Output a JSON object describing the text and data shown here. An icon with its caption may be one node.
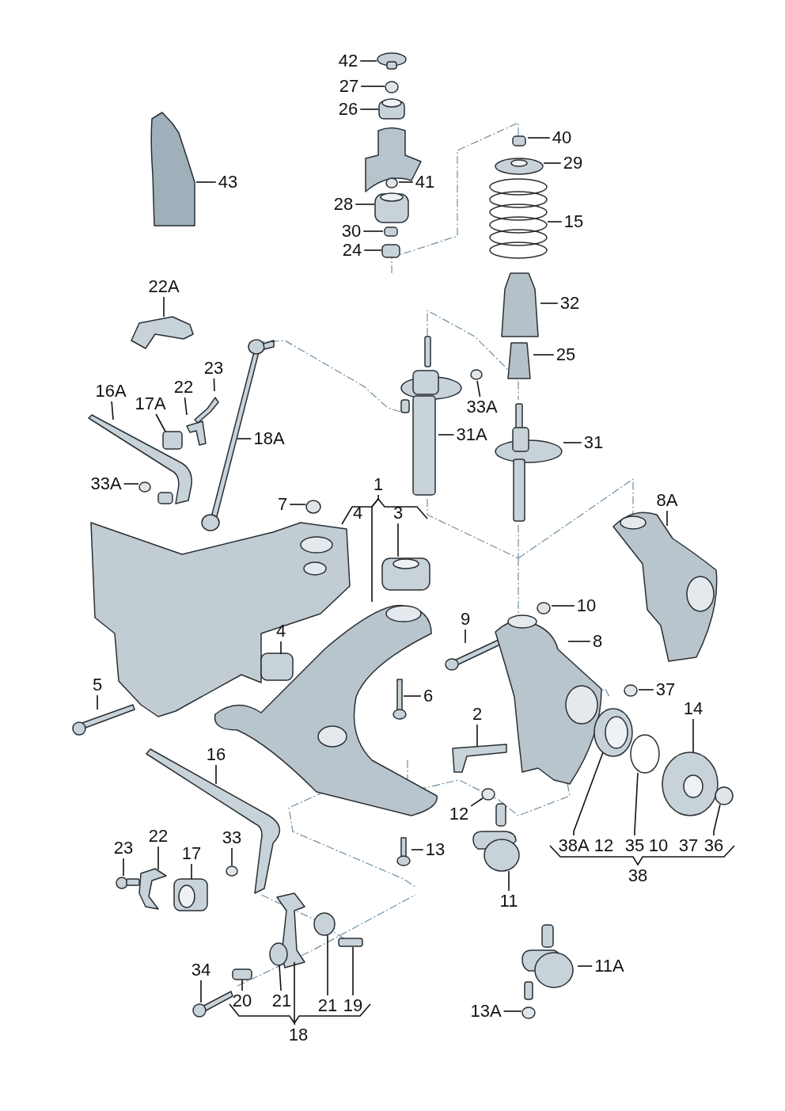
{
  "diagram": {
    "nodes": [
      {
        "text": [
          "42"
        ]
      },
      {
        "text": [
          "27"
        ]
      },
      {
        "text": [
          "26"
        ]
      },
      {
        "text": [
          "41"
        ]
      },
      {
        "text": [
          "28"
        ]
      },
      {
        "text": [
          "30"
        ]
      },
      {
        "text": [
          "24"
        ]
      },
      {
        "text": [
          "40"
        ]
      },
      {
        "text": [
          "29"
        ]
      },
      {
        "text": [
          "43"
        ]
      },
      {
        "text": [
          "15"
        ]
      },
      {
        "text": [
          "32"
        ]
      },
      {
        "text": [
          "22A"
        ]
      },
      {
        "text": [
          "25"
        ]
      },
      {
        "text": [
          "23"
        ]
      },
      {
        "text": [
          "22"
        ]
      },
      {
        "text": [
          "16A"
        ]
      },
      {
        "text": [
          "17A"
        ]
      },
      {
        "text": [
          "33A"
        ]
      },
      {
        "text": [
          "18A"
        ]
      },
      {
        "text": [
          "31A"
        ]
      },
      {
        "text": [
          "31"
        ]
      },
      {
        "text": [
          "33A"
        ]
      },
      {
        "text": [
          "7"
        ]
      },
      {
        "text": [
          "8A"
        ]
      },
      {
        "text": [
          "1"
        ]
      },
      {
        "text": [
          "3"
        ]
      },
      {
        "text": [
          "4"
        ]
      },
      {
        "text": [
          "9"
        ]
      },
      {
        "text": [
          "10"
        ]
      },
      {
        "text": [
          "8"
        ]
      },
      {
        "text": [
          "5"
        ]
      },
      {
        "text": [
          "6"
        ]
      },
      {
        "text": [
          "37"
        ]
      },
      {
        "text": [
          "14"
        ]
      },
      {
        "text": [
          "2"
        ]
      },
      {
        "text": [
          "16"
        ]
      },
      {
        "text": [
          "12"
        ]
      },
      {
        "text": [
          "13"
        ]
      },
      {
        "text": [
          "23"
        ]
      },
      {
        "text": [
          "22"
        ]
      },
      {
        "text": [
          "17"
        ]
      },
      {
        "text": [
          "33"
        ]
      },
      {
        "text": [
          "11"
        ]
      },
      {
        "text": [
          "11A"
        ]
      },
      {
        "text": [
          "34"
        ]
      },
      {
        "text": [
          "13A"
        ]
      },
      {
        "text": [
          "38A"
        ]
      },
      {
        "text": [
          "35"
        ]
      },
      {
        "text": [
          "36"
        ]
      },
      {
        "text": [
          "20"
        ]
      },
      {
        "text": [
          "21"
        ]
      },
      {
        "text": [
          "21"
        ]
      },
      {
        "text": [
          "19"
        ]
      },
      {
        "text": [
          "18"
        ]
      }
    ],
    "edges": [
      {
        "from": 0,
        "to": null,
        "arrow": "none"
      },
      {
        "from": 1,
        "to": null,
        "arrow": "none"
      },
      {
        "from": 2,
        "to": null,
        "arrow": "none"
      },
      {
        "from": 3,
        "to": null,
        "arrow": "none"
      },
      {
        "from": 4,
        "to": null,
        "arrow": "none"
      },
      {
        "from": 5,
        "to": null,
        "arrow": "none"
      },
      {
        "from": 6,
        "to": null,
        "arrow": "none"
      },
      {
        "from": 7,
        "to": null,
        "arrow": "none"
      },
      {
        "from": 8,
        "to": null,
        "arrow": "none"
      },
      {
        "from": 9,
        "to": null,
        "arrow": "none"
      },
      {
        "from": 10,
        "to": null,
        "arrow": "none"
      },
      {
        "from": 11,
        "to": null,
        "arrow": "none"
      },
      {
        "from": 12,
        "to": null,
        "arrow": "none"
      },
      {
        "from": 13,
        "to": null,
        "arrow": "none"
      },
      {
        "from": 14,
        "to": null,
        "arrow": "none"
      },
      {
        "from": 15,
        "to": null,
        "arrow": "none"
      },
      {
        "from": 16,
        "to": null,
        "arrow": "none"
      },
      {
        "from": 17,
        "to": null,
        "arrow": "none"
      },
      {
        "from": 18,
        "to": null,
        "arrow": "none"
      },
      {
        "from": 19,
        "to": null,
        "arrow": "none"
      },
      {
        "from": 20,
        "to": null,
        "arrow": "none"
      },
      {
        "from": 21,
        "to": null,
        "arrow": "none"
      },
      {
        "from": 22,
        "to": null,
        "arrow": "none"
      },
      {
        "from": 23,
        "to": null,
        "arrow": "none"
      },
      {
        "from": 24,
        "to": null,
        "arrow": "none"
      },
      {
        "from": 25,
        "to": null,
        "arrow": "none"
      },
      {
        "from": 26,
        "to": null,
        "arrow": "none"
      },
      {
        "from": 27,
        "to": null,
        "arrow": "none"
      },
      {
        "from": 28,
        "to": null,
        "arrow": "none"
      },
      {
        "from": 29,
        "to": null,
        "arrow": "none"
      },
      {
        "from": 30,
        "to": null,
        "arrow": "none"
      },
      {
        "from": 31,
        "to": null,
        "arrow": "none"
      },
      {
        "from": 32,
        "to": null,
        "arrow": "none"
      },
      {
        "from": 33,
        "to": null,
        "arrow": "none"
      },
      {
        "from": 34,
        "to": null,
        "arrow": "none"
      },
      {
        "from": 35,
        "to": null,
        "arrow": "none"
      },
      {
        "from": 36,
        "to": null,
        "arrow": "none"
      },
      {
        "from": 37,
        "to": null,
        "arrow": "none"
      },
      {
        "from": 38,
        "to": null,
        "arrow": "none"
      },
      {
        "from": 39,
        "to": null,
        "arrow": "none"
      },
      {
        "from": 40,
        "to": null,
        "arrow": "none"
      },
      {
        "from": 41,
        "to": null,
        "arrow": "none"
      },
      {
        "from": 42,
        "to": null,
        "arrow": "none"
      },
      {
        "from": 43,
        "to": null,
        "arrow": "none"
      },
      {
        "from": 44,
        "to": null,
        "arrow": "none"
      },
      {
        "from": 45,
        "to": null,
        "arrow": "none"
      },
      {
        "from": 46,
        "to": null,
        "arrow": "none"
      },
      {
        "from": 47,
        "to": null,
        "arrow": "none"
      },
      {
        "from": 48,
        "to": null,
        "arrow": "none"
      },
      {
        "from": 49,
        "to": null,
        "arrow": "none"
      },
      {
        "from": 50,
        "to": null,
        "arrow": "none"
      },
      {
        "from": 51,
        "to": null,
        "arrow": "none"
      },
      {
        "from": 52,
        "to": null,
        "arrow": "none"
      },
      {
        "from": 53,
        "to": null,
        "arrow": "none"
      },
      {
        "from": 54,
        "to": null,
        "arrow": "none"
      }
    ],
    "labels": [
      "4",
      "12",
      "10",
      "37",
      "38"
    ]
  }
}
